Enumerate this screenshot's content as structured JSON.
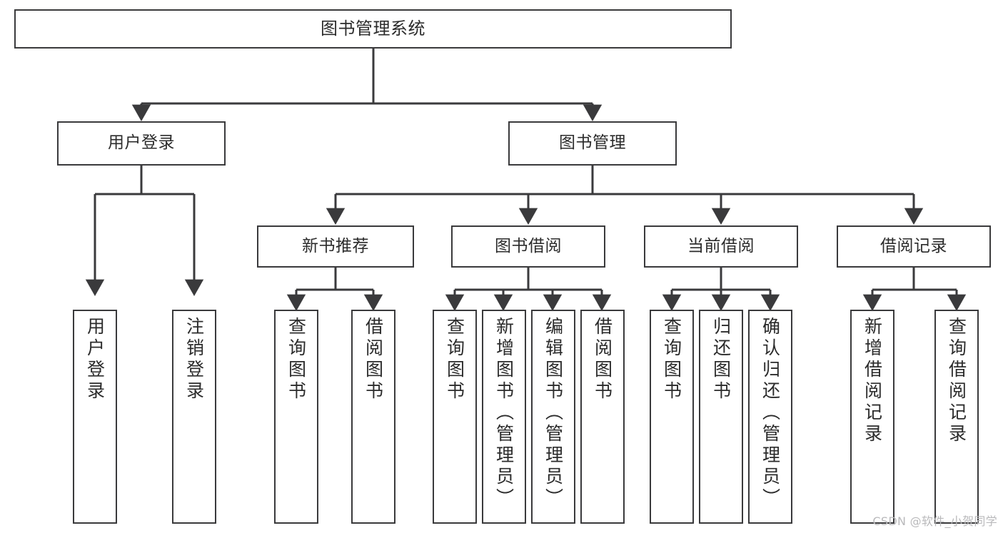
{
  "diagram": {
    "title_node": {
      "label": "图书管理系统"
    },
    "level1": [
      {
        "id": "user-login",
        "label": "用户登录"
      },
      {
        "id": "book-management",
        "label": "图书管理"
      }
    ],
    "level2": [
      {
        "id": "new-book-recommend",
        "label": "新书推荐"
      },
      {
        "id": "book-borrow",
        "label": "图书借阅"
      },
      {
        "id": "current-borrow",
        "label": "当前借阅"
      },
      {
        "id": "borrow-record",
        "label": "借阅记录"
      }
    ],
    "leaves": [
      {
        "id": "leaf-user-login",
        "label": "用户登录"
      },
      {
        "id": "leaf-logout-login",
        "label": "注销登录"
      },
      {
        "id": "leaf-query-book-1",
        "label": "查询图书"
      },
      {
        "id": "leaf-borrow-book-1",
        "label": "借阅图书"
      },
      {
        "id": "leaf-query-book-2",
        "label": "查询图书"
      },
      {
        "id": "leaf-add-book",
        "label": "新增图书（管理员）"
      },
      {
        "id": "leaf-edit-book",
        "label": "编辑图书（管理员）"
      },
      {
        "id": "leaf-borrow-book-2",
        "label": "借阅图书"
      },
      {
        "id": "leaf-query-book-3",
        "label": "查询图书"
      },
      {
        "id": "leaf-return-book",
        "label": "归还图书"
      },
      {
        "id": "leaf-confirm-return",
        "label": "确认归还（管理员）"
      },
      {
        "id": "leaf-add-record",
        "label": "新增借阅记录"
      },
      {
        "id": "leaf-query-record",
        "label": "查询借阅记录"
      }
    ],
    "watermark": "CSDN @软件_小贺同学",
    "colors": {
      "stroke": "#3a3a3c",
      "text": "#2b2b2b",
      "background": "#ffffff",
      "watermark": "#b9b9bb"
    }
  }
}
